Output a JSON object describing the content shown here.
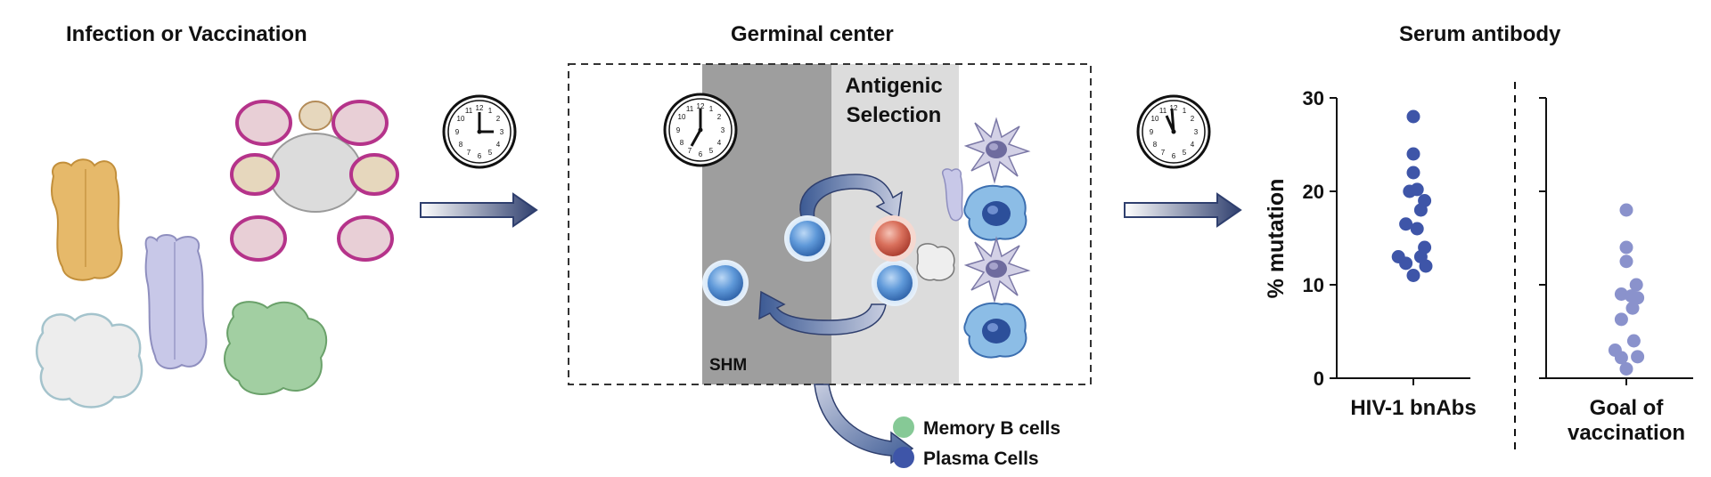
{
  "headers": {
    "left": "Infection or Vaccination",
    "center": "Germinal center",
    "right": "Serum antibody"
  },
  "germinal_center": {
    "antigenic_selection": [
      "Antigenic",
      "Selection"
    ],
    "shm": "SHM"
  },
  "legend": [
    {
      "label": "Memory B cells",
      "color": "#86c996"
    },
    {
      "label": "Plasma Cells",
      "color": "#3e55a8"
    }
  ],
  "clock_names": [
    "clock-icon",
    "clock-icon",
    "clock-icon"
  ],
  "chart_data": {
    "type": "scatter",
    "ylabel": "% mutation",
    "ylim": [
      0,
      30
    ],
    "yticks": [
      "0",
      "10",
      "20",
      "30"
    ],
    "series": [
      {
        "category": "HIV-1 bnAbs",
        "color": "#3e55a8",
        "points": [
          {
            "x": 0,
            "y": 28
          },
          {
            "x": 0,
            "y": 24
          },
          {
            "x": 0,
            "y": 22
          },
          {
            "x": -0.3,
            "y": 20
          },
          {
            "x": 0.3,
            "y": 20.2
          },
          {
            "x": 0.9,
            "y": 19
          },
          {
            "x": 0.6,
            "y": 18
          },
          {
            "x": -0.6,
            "y": 16.5
          },
          {
            "x": 0.3,
            "y": 16
          },
          {
            "x": 0.9,
            "y": 14
          },
          {
            "x": -1.2,
            "y": 13
          },
          {
            "x": 0.6,
            "y": 13
          },
          {
            "x": -0.6,
            "y": 12.3
          },
          {
            "x": 1.0,
            "y": 12
          },
          {
            "x": 0,
            "y": 11
          }
        ]
      },
      {
        "category": "Goal of vaccination",
        "color": "#8a92cc",
        "points": [
          {
            "x": 0,
            "y": 18
          },
          {
            "x": 0,
            "y": 14
          },
          {
            "x": 0,
            "y": 12.5
          },
          {
            "x": 0.8,
            "y": 10
          },
          {
            "x": -0.4,
            "y": 9
          },
          {
            "x": 0.4,
            "y": 8.8
          },
          {
            "x": 0.9,
            "y": 8.6
          },
          {
            "x": 0.5,
            "y": 7.5
          },
          {
            "x": -0.4,
            "y": 6.3
          },
          {
            "x": 0.6,
            "y": 4
          },
          {
            "x": -0.9,
            "y": 3
          },
          {
            "x": 0.9,
            "y": 2.3
          },
          {
            "x": -0.4,
            "y": 2.2
          },
          {
            "x": 0,
            "y": 1
          }
        ]
      }
    ]
  }
}
